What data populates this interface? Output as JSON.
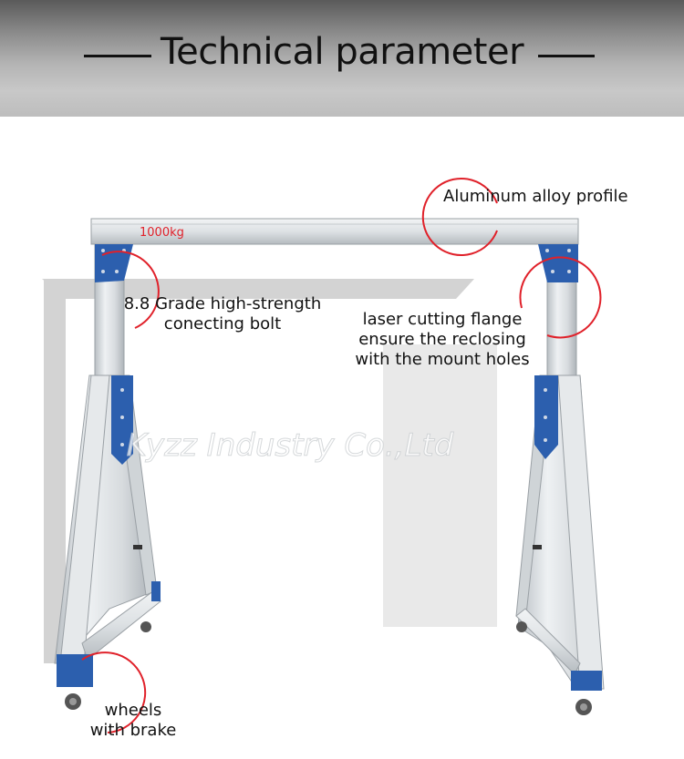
{
  "header": {
    "title": "Technical parameter"
  },
  "product": {
    "capacity_label": "1000kg",
    "watermark": "Kyzz Industry Co.,Ltd"
  },
  "callouts": {
    "aluminum_profile": "Aluminum alloy profile",
    "bolt_line1": "8.8 Grade high-strength",
    "bolt_line2": "conecting bolt",
    "flange_line1": "laser cutting flange",
    "flange_line2": "ensure the reclosing",
    "flange_line3": "with the mount holes",
    "wheels_line1": "wheels",
    "wheels_line2": "with brake"
  },
  "colors": {
    "accent_red": "#e0212a",
    "frame_blue": "#2c5fae",
    "aluminum": "#dfe3e6",
    "banner_gray": "#9a9a9a"
  }
}
